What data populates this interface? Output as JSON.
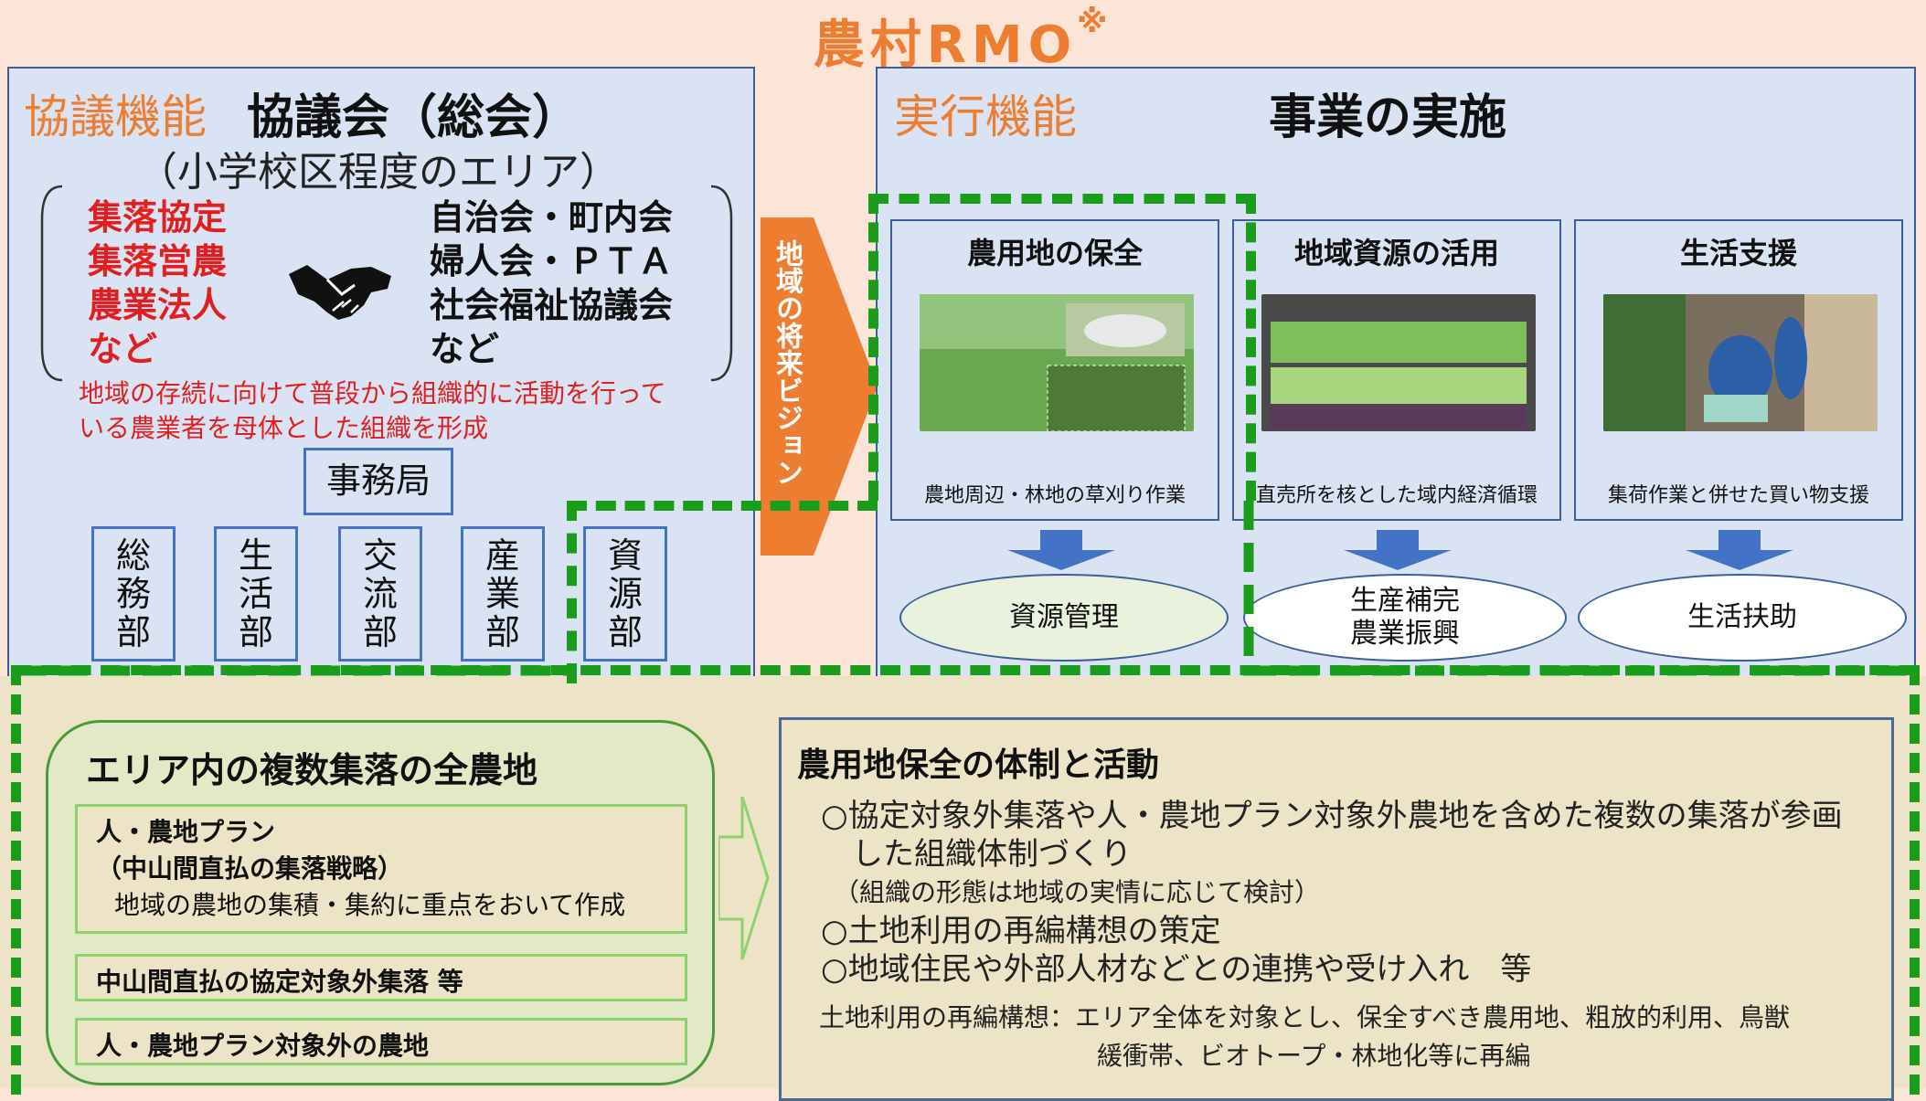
{
  "title": {
    "main": "農村RMO",
    "mark": "※"
  },
  "left_panel": {
    "function_label": "協議機能",
    "heading": "協議会（総会）",
    "area": "（小学校区程度のエリア）",
    "left_members": [
      "集落協定",
      "集落営農",
      "農業法人",
      "など"
    ],
    "right_members": [
      "自治会・町内会",
      "婦人会・ＰＴＡ",
      "社会福祉協議会",
      "など"
    ],
    "note": [
      "地域の存続に向けて普段から組織的に活動を行って",
      "いる農業者を母体とした組織を形成"
    ],
    "secretariat": "事務局",
    "departments": [
      {
        "label": "総\n務\n部"
      },
      {
        "label": "生\n活\n部"
      },
      {
        "label": "交\n流\n部"
      },
      {
        "label": "産\n業\n部"
      },
      {
        "label": "資\n源\n部"
      }
    ]
  },
  "vision_arrow": {
    "label": "地域の将来ビジョン"
  },
  "right_panel": {
    "function_label": "実行機能",
    "heading": "事業の実施",
    "sections": [
      {
        "heading": "農用地の保全",
        "caption": "農地周辺・林地の草刈り作業",
        "outcome": "資源管理"
      },
      {
        "heading": "地域資源の活用",
        "caption": "直売所を核とした域内経済循環",
        "outcome": "生産補完\n農業振興"
      },
      {
        "heading": "生活支援",
        "caption": "集荷作業と併せた買い物支援",
        "outcome": "生活扶助"
      }
    ]
  },
  "bottom_left": {
    "heading": "エリア内の複数集落の全農地",
    "plan_box": {
      "line1": "人・農地プラン",
      "line2": "（中山間直払の集落戦略）",
      "line3": "地域の農地の集積・集約に重点をおいて作成"
    },
    "box2": "中山間直払の協定対象外集落 等",
    "box3": "人・農地プラン対象外の農地"
  },
  "bottom_right": {
    "heading": "農用地保全の体制と活動",
    "items": [
      "○協定対象外集落や人・農地プラン対象外農地を含めた複数の集落が参画",
      "　した組織体制づくり",
      "　（組織の形態は地域の実情に応じて検討）",
      "○土地利用の再編構想の策定",
      "○地域住民や外部人材などとの連携や受け入れ　等"
    ],
    "note_label": "土地利用の再編構想：",
    "note_text1": "エリア全体を対象とし、保全すべき農用地、粗放的利用、鳥獣",
    "note_text2": "緩衝帯、ビオトープ・林地化等に再編"
  },
  "colors": {
    "accent": "#ed7d31",
    "dash_green": "#1a9d1a",
    "panel_blue": "#dae3f3",
    "arrow_blue": "#4472c4"
  }
}
